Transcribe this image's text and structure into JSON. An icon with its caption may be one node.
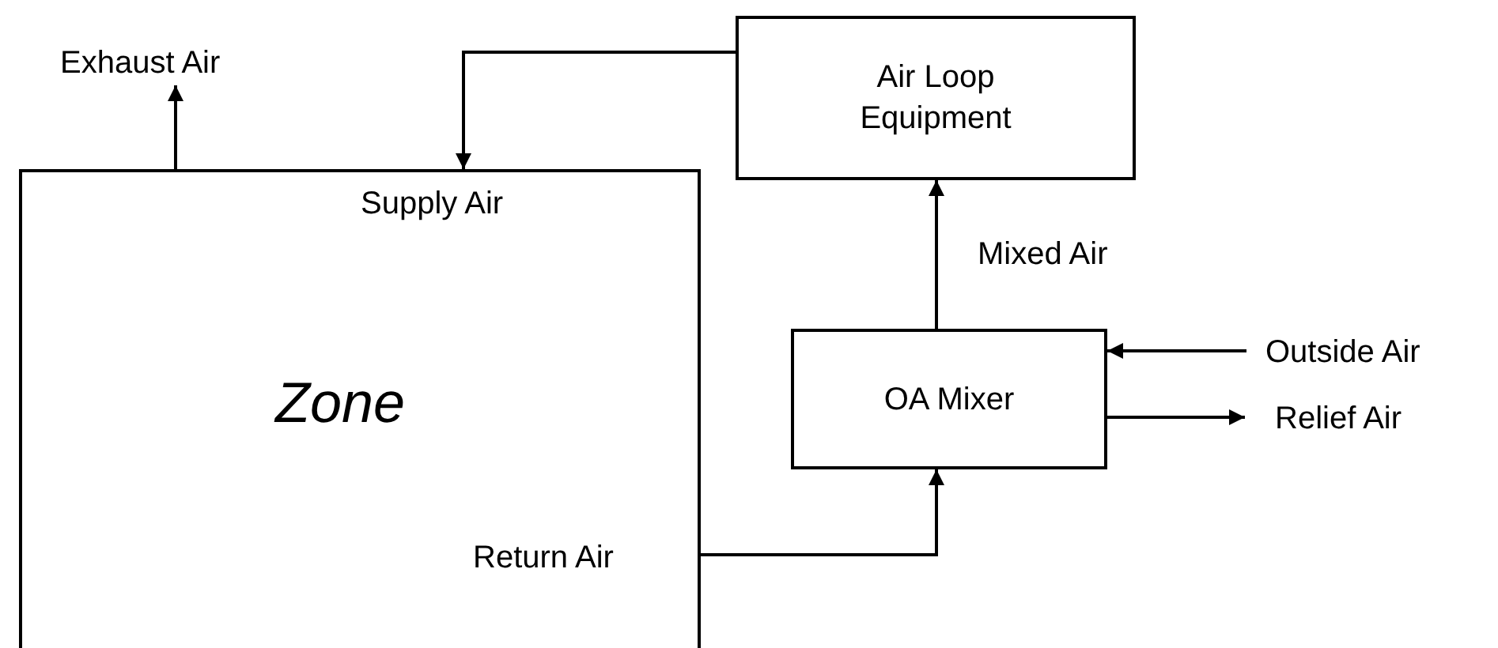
{
  "diagram": {
    "nodes": [
      {
        "text": [
          "Supply Air",
          "Zone",
          "Return Air"
        ]
      },
      {
        "text": [
          "Exhaust Air"
        ]
      },
      {
        "text": [
          "Air Loop Equipment"
        ]
      },
      {
        "text": [
          "OA Mixer"
        ]
      },
      {
        "text": [
          "Outside Air"
        ]
      },
      {
        "text": [
          "Relief Air"
        ]
      }
    ],
    "edges": [
      {
        "from": 0,
        "to": 1,
        "arrow": "to"
      },
      {
        "from": 2,
        "to": 0,
        "arrow": "to"
      },
      {
        "from": 0,
        "to": 3,
        "arrow": "to"
      },
      {
        "from": 3,
        "to": 2,
        "arrow": "to",
        "label": "Mixed Air"
      },
      {
        "from": 4,
        "to": 3,
        "arrow": "to"
      },
      {
        "from": 3,
        "to": 5,
        "arrow": "to"
      }
    ]
  }
}
